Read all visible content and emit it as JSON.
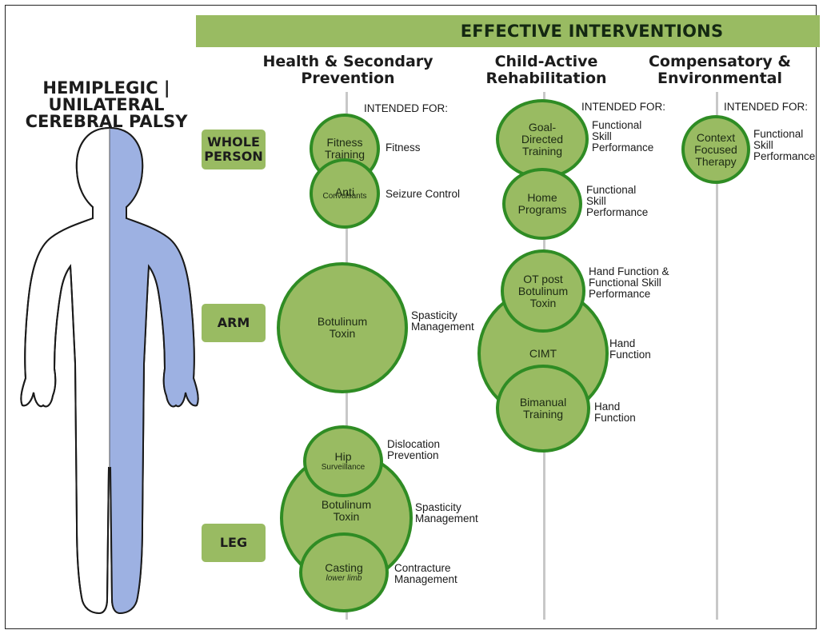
{
  "banner": "EFFECTIVE INTERVENTIONS",
  "title": "HEMIPLEGIC |\nUNILATERAL\nCEREBRAL PALSY",
  "columns": {
    "health": "Health & Secondary\nPrevention",
    "child": "Child-Active\nRehabilitation",
    "comp": "Compensatory &\nEnvironmental"
  },
  "intended_for": "INTENDED FOR:",
  "rows": {
    "whole": "WHOLE\nPERSON",
    "arm": "ARM",
    "leg": "LEG"
  },
  "interventions": {
    "fitness": {
      "name": "Fitness\nTraining",
      "target": "Fitness"
    },
    "anticonv": {
      "name_main": "Anti",
      "name_sub": "Convulsants",
      "target": "Seizure Control"
    },
    "botox_arm": {
      "name": "Botulinum\nToxin",
      "target": "Spasticity\nManagement"
    },
    "hip": {
      "name_main": "Hip",
      "name_sub": "Surveillance",
      "target": "Dislocation\nPrevention"
    },
    "botox_leg": {
      "name": "Botulinum\nToxin",
      "target": "Spasticity\nManagement"
    },
    "casting": {
      "name_main": "Casting",
      "name_sub": "lower limb",
      "target": "Contracture\nManagement"
    },
    "goal": {
      "name": "Goal-\nDirected\nTraining",
      "target": "Functional\nSkill\nPerformance"
    },
    "home": {
      "name": "Home\nPrograms",
      "target": "Functional\nSkill\nPerformance"
    },
    "ot": {
      "name": "OT post\nBotulinum\nToxin",
      "target": "Hand Function &\nFunctional Skill\nPerformance"
    },
    "cimt": {
      "name": "CIMT",
      "target": "Hand\nFunction"
    },
    "bimanual": {
      "name": "Bimanual\nTraining",
      "target": "Hand\nFunction"
    },
    "context": {
      "name": "Context\nFocused\nTherapy",
      "target": "Functional\nSkill\nPerformance"
    }
  }
}
